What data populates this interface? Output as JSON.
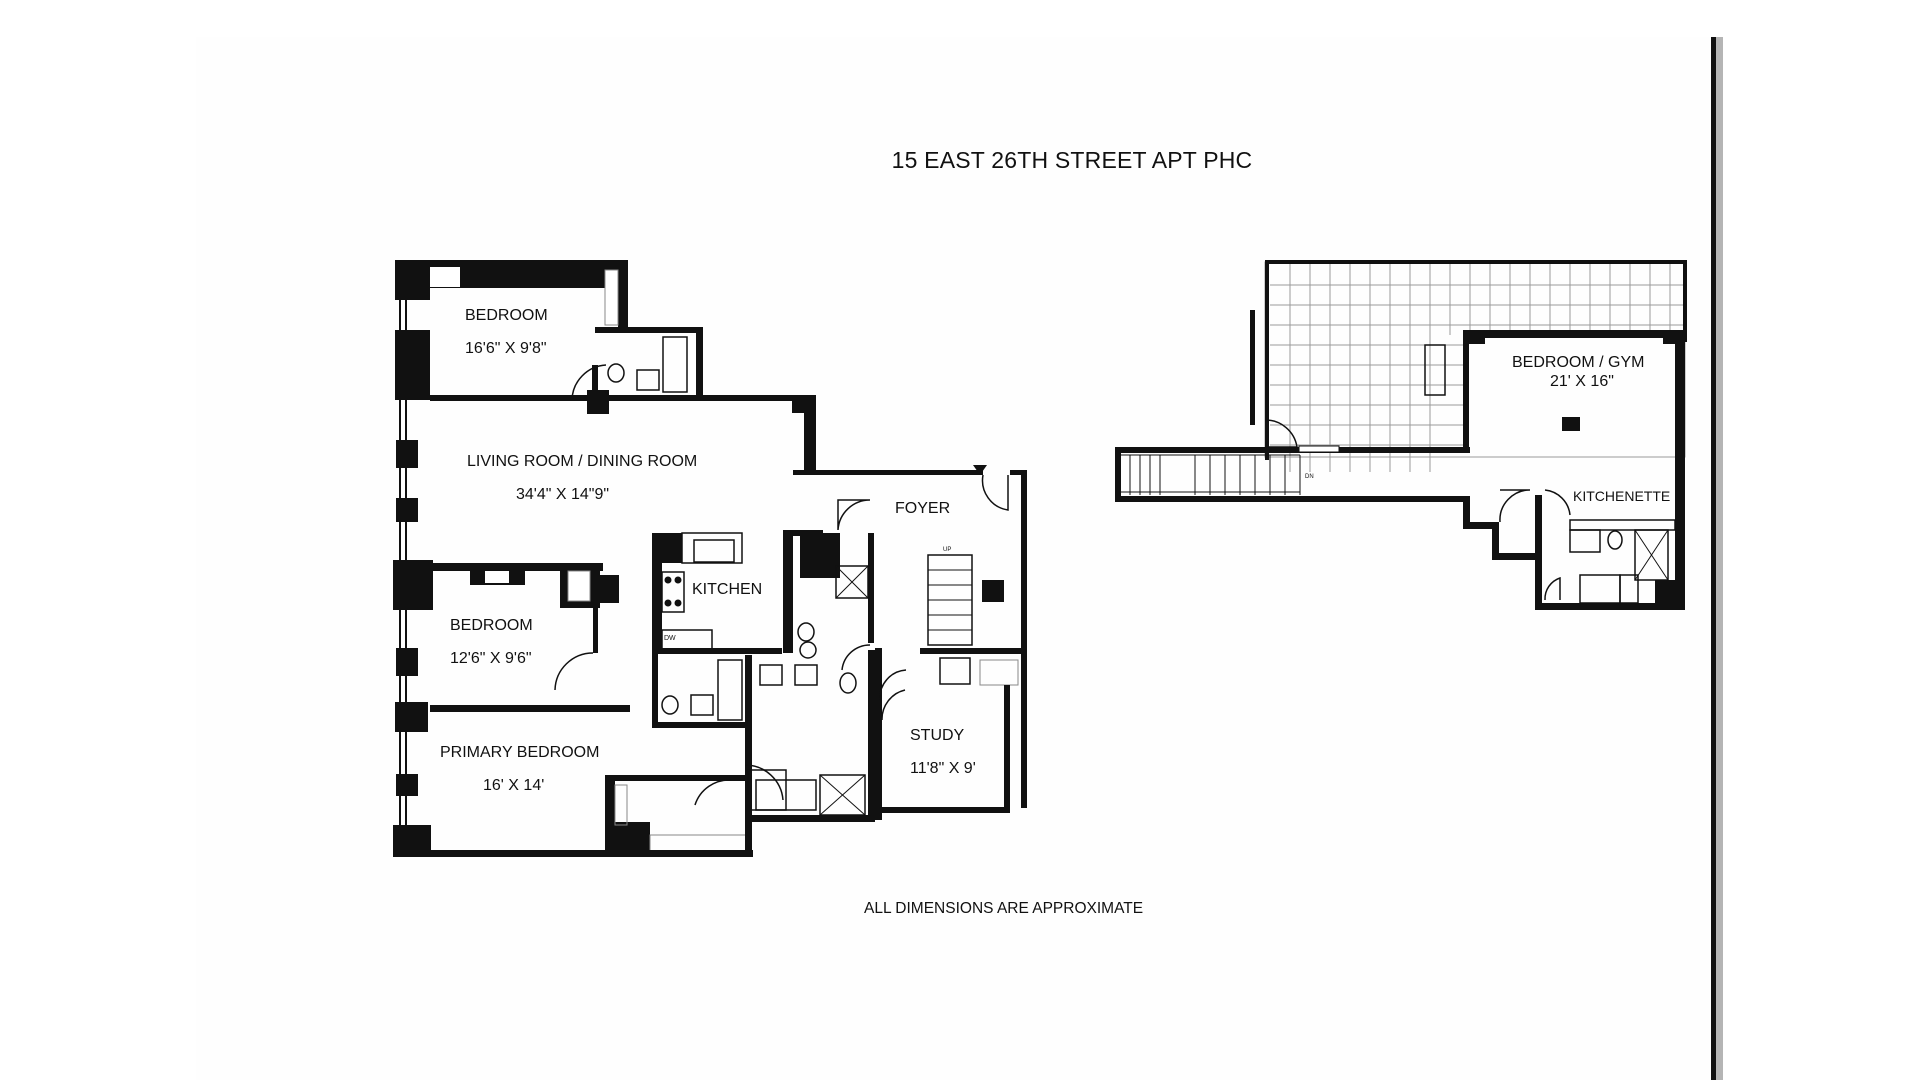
{
  "title": "15 EAST 26TH STREET APT PHC",
  "footer_note": "ALL DIMENSIONS ARE APPROXIMATE",
  "main_level": {
    "rooms": [
      {
        "name": "BEDROOM",
        "dimensions": "16'6\" X  9'8\""
      },
      {
        "name": "LIVING ROOM / DINING ROOM",
        "dimensions": "34'4\" X 14\"9\""
      },
      {
        "name": "FOYER",
        "dimensions": ""
      },
      {
        "name": "KITCHEN",
        "dimensions": ""
      },
      {
        "name": "BEDROOM",
        "dimensions": "12'6\" X 9'6\""
      },
      {
        "name": "PRIMARY BEDROOM",
        "dimensions": "16' X 14'"
      },
      {
        "name": "STUDY",
        "dimensions": "11'8\" X 9'"
      }
    ],
    "appliance_labels": {
      "dishwasher": "DW",
      "stair_up": "UP"
    }
  },
  "upper_level": {
    "rooms": [
      {
        "name": "BEDROOM / GYM",
        "dimensions": "21' X 16\""
      },
      {
        "name": "KITCHENETTE",
        "dimensions": ""
      }
    ],
    "stair_label": "DN"
  },
  "colors": {
    "wall": "#111111",
    "background": "#ffffff",
    "grid": "#9a9a9a"
  }
}
